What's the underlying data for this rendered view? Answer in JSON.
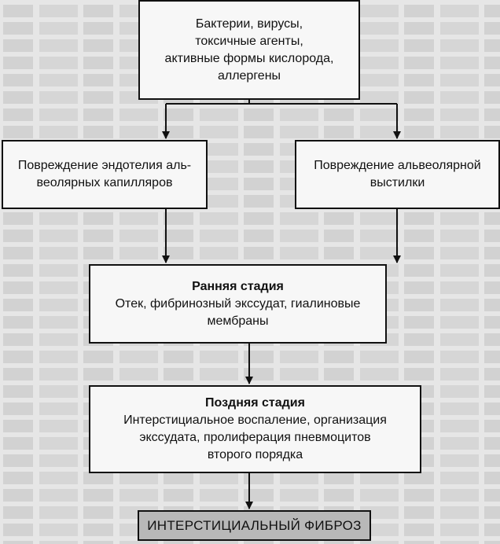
{
  "nodes": {
    "causes": {
      "lines": [
        "Бактерии, вирусы,",
        "токсичные агенты,",
        "активные формы кислорода,",
        "аллергены"
      ]
    },
    "endothelium_damage": {
      "lines": [
        "Повреждение эндотелия аль-",
        "веолярных капилляров"
      ]
    },
    "alveolar_damage": {
      "lines": [
        "Повреждение альвеолярной",
        "выстилки"
      ]
    },
    "early_stage": {
      "title": "Ранняя стадия",
      "lines": [
        "Отек, фибринозный экссудат, гиалиновые",
        "мембраны"
      ]
    },
    "late_stage": {
      "title": "Поздняя стадия",
      "lines": [
        "Интерстициальное воспаление, организация",
        "экссудата, пролиферация пневмоцитов",
        "второго порядка"
      ]
    },
    "outcome": {
      "label": "ИНТЕРСТИЦИАЛЬНЫЙ ФИБРОЗ"
    }
  },
  "edges": [
    {
      "from": "causes",
      "to": "endothelium_damage"
    },
    {
      "from": "causes",
      "to": "alveolar_damage"
    },
    {
      "from": "endothelium_damage",
      "to": "early_stage"
    },
    {
      "from": "alveolar_damage",
      "to": "early_stage"
    },
    {
      "from": "early_stage",
      "to": "late_stage"
    },
    {
      "from": "late_stage",
      "to": "outcome"
    }
  ]
}
